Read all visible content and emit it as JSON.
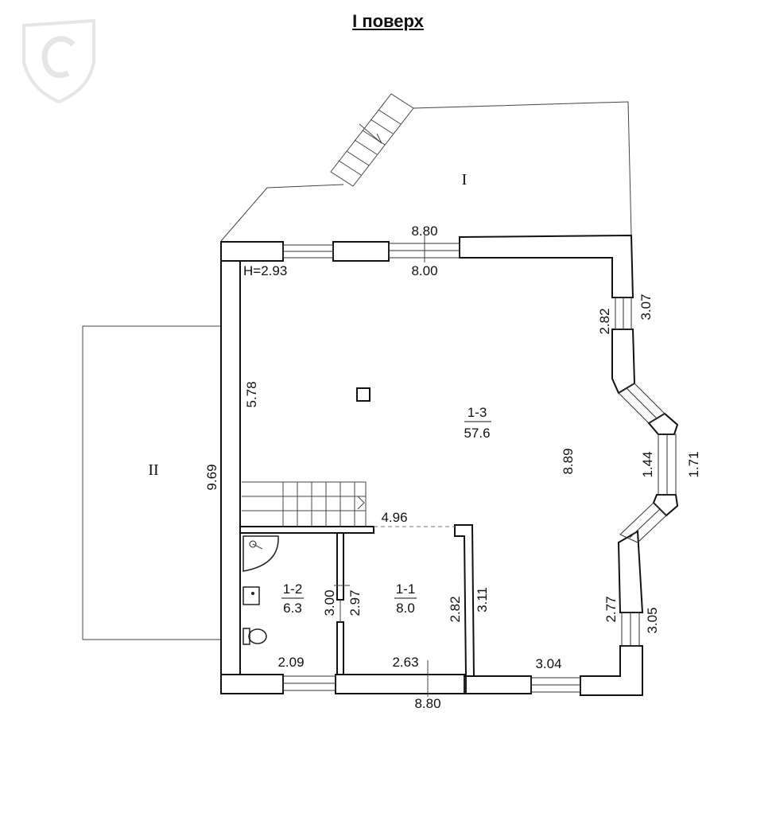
{
  "title": "І поверх",
  "logo": {
    "icon": "c-shield-logo",
    "color": "#e3e3e3"
  },
  "areas": [
    {
      "id": "I",
      "label": "I"
    },
    {
      "id": "II",
      "label": "II"
    }
  ],
  "ceiling_height": "H=2.93",
  "rooms": [
    {
      "number": "1-3",
      "area": "57.6"
    },
    {
      "number": "1-2",
      "area": "6.3"
    },
    {
      "number": "1-1",
      "area": "8.0"
    }
  ],
  "dimensions": {
    "top_outer": "8.80",
    "top_inner": "8.00",
    "right_top_inner": "2.82",
    "right_top_outer": "3.07",
    "left_upper": "5.78",
    "left_outer": "9.69",
    "bay_inner": "1.44",
    "bay_outer": "1.71",
    "room_depth": "8.89",
    "partition": "4.96",
    "wc_height_outer": "3.00",
    "wc_height_inner": "2.97",
    "r11_height": "2.82",
    "corridor_height": "3.11",
    "right_bottom_inner": "2.77",
    "right_bottom_outer": "3.05",
    "wc_width": "2.09",
    "r11_width": "2.63",
    "bottom_right_width": "3.04",
    "bottom_outer": "8.80"
  },
  "fixtures": [
    "shower-icon",
    "sink-icon",
    "toilet-icon",
    "stairs",
    "column"
  ]
}
